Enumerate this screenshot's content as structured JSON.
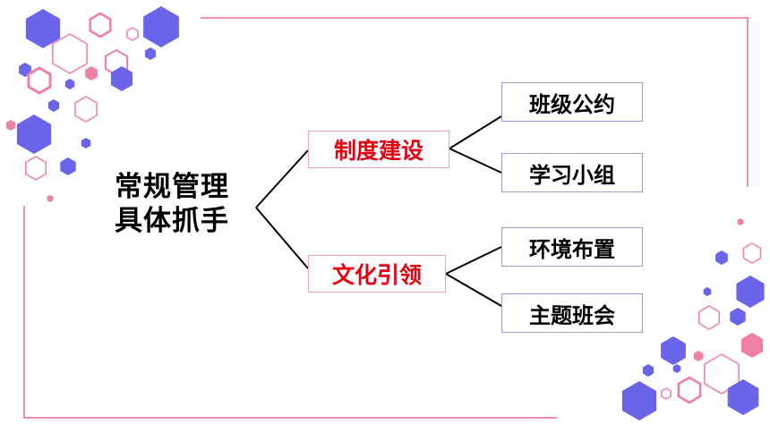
{
  "diagram": {
    "root": {
      "line1": "常规管理",
      "line2": "具体抓手"
    },
    "branches": [
      {
        "label": "制度建设",
        "children": [
          "班级公约",
          "学习小组"
        ]
      },
      {
        "label": "文化引领",
        "children": [
          "环境布置",
          "主题班会"
        ]
      }
    ]
  },
  "colors": {
    "branch_text": "#e60012",
    "branch_border": "#f0a0b8",
    "leaf_border": "#9a9ad8",
    "hex_blue": "#6a64ea",
    "hex_pink": "#ef7fa6",
    "frame_line": "#f08fb0"
  }
}
